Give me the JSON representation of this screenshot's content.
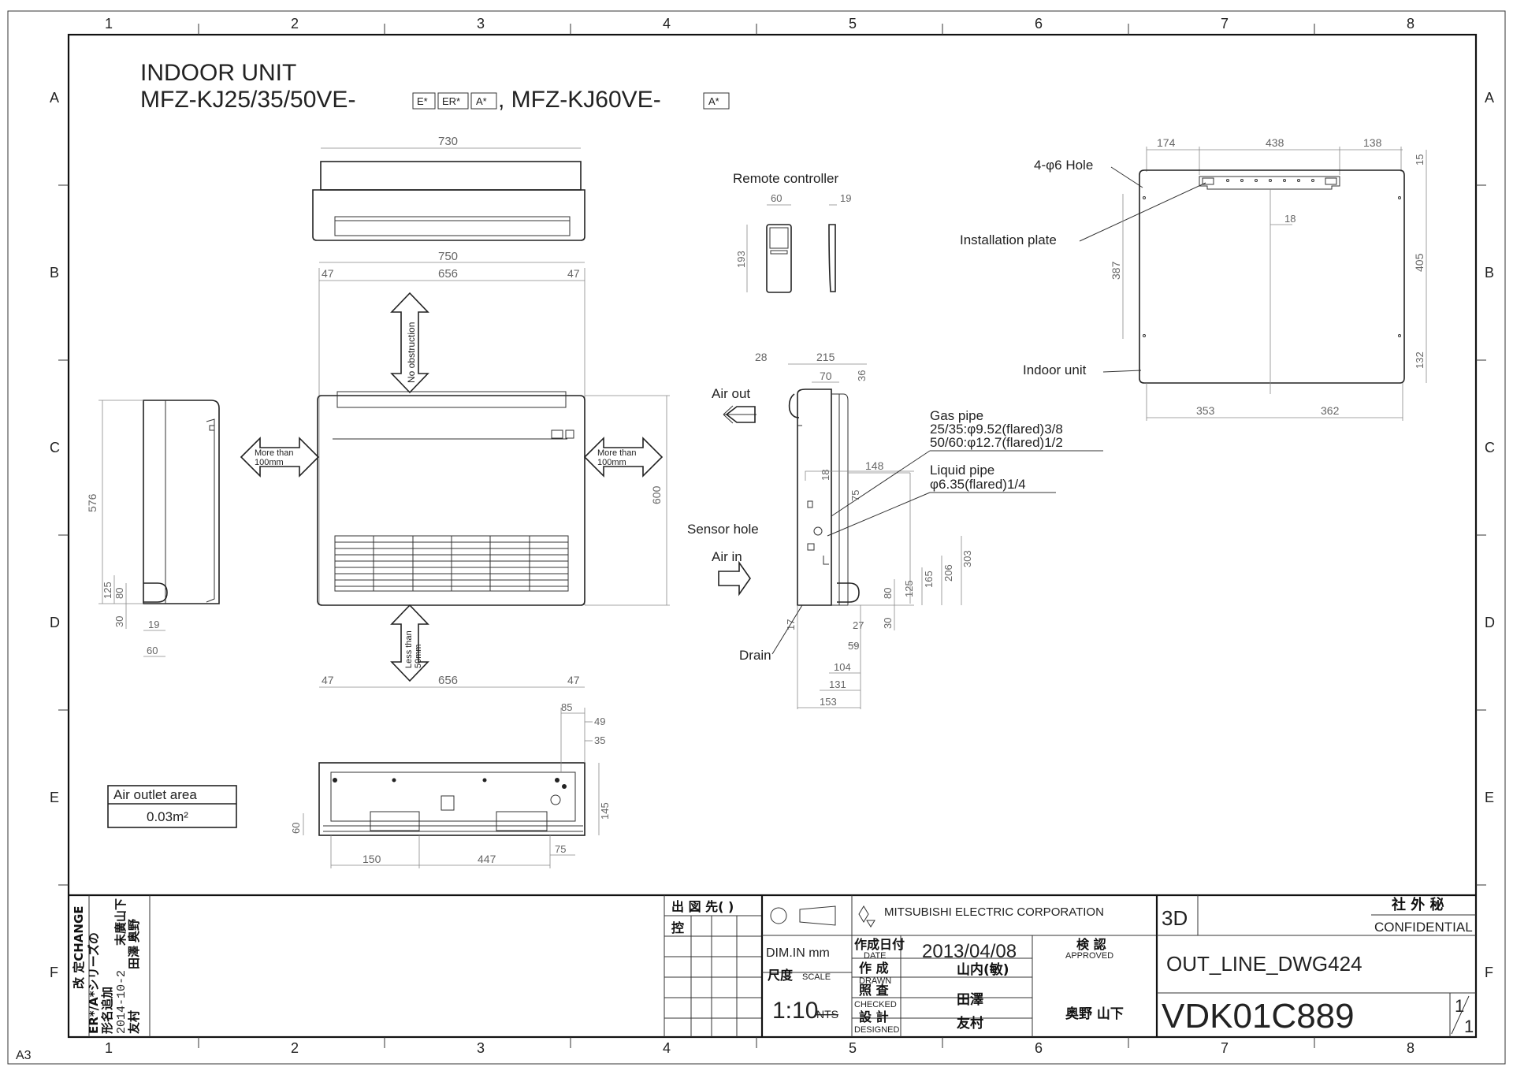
{
  "grid": {
    "cols": [
      "1",
      "2",
      "3",
      "4",
      "5",
      "6",
      "7",
      "8"
    ],
    "rows": [
      "A",
      "B",
      "C",
      "D",
      "E",
      "F"
    ],
    "sheet_size": "A3"
  },
  "title": {
    "line1": "INDOOR UNIT",
    "line2_prefix": "MFZ-KJ25/35/50VE-",
    "box1": "E*",
    "box2": "ER*",
    "box3": "A*",
    "line2_mid": ", MFZ-KJ60VE-",
    "box4": "A*"
  },
  "top_view": {
    "width": "730"
  },
  "front_view": {
    "overall": "750",
    "left_margin": "47",
    "inner": "656",
    "right_margin": "47",
    "height": "600",
    "bottom_left": "47",
    "bottom_inner": "656",
    "bottom_right": "47",
    "no_obstruction": "No obstruction",
    "more_than": "More than",
    "more_than_val": "100mm",
    "less_than": "Less than",
    "less_than_val": "50mm"
  },
  "side_view_left": {
    "height": "576",
    "d1": "125",
    "d2": "80",
    "d3": "30",
    "d4": "19",
    "d5": "60"
  },
  "remote": {
    "label": "Remote controller",
    "w": "60",
    "h": "193",
    "t": "19"
  },
  "side_right": {
    "d28": "28",
    "d215": "215",
    "d70": "70",
    "d36": "36",
    "d148": "148",
    "d18": "18",
    "d75": "75",
    "d303": "303",
    "d206": "206",
    "d165": "165",
    "d125": "125",
    "d80": "80",
    "d30": "30",
    "d17": "17",
    "d27": "27",
    "d59": "59",
    "d104": "104",
    "d131": "131",
    "d153": "153",
    "air_out": "Air out",
    "air_in": "Air in",
    "sensor_hole": "Sensor hole",
    "drain": "Drain",
    "gas_pipe": "Gas pipe",
    "gas_line1": "25/35:φ9.52(flared)3/8",
    "gas_line2": "50/60:φ12.7(flared)1/2",
    "liquid_pipe": "Liquid pipe",
    "liquid_line": "φ6.35(flared)1/4"
  },
  "back_view": {
    "hole_label": "4-φ6 Hole",
    "plate_label": "Installation plate",
    "indoor_label": "Indoor unit",
    "d174": "174",
    "d438": "438",
    "d138": "138",
    "d15": "15",
    "d18": "18",
    "d387": "387",
    "d405": "405",
    "d132": "132",
    "d353": "353",
    "d362": "362"
  },
  "bottom_view": {
    "d85": "85",
    "d49": "49",
    "d35": "35",
    "d145": "145",
    "d60": "60",
    "d75": "75",
    "d150": "150",
    "d447": "447"
  },
  "air_outlet": {
    "label": "Air outlet area",
    "value": "0.03m²"
  },
  "title_block": {
    "change_label": "改 定CHANGE",
    "rev_text1": "ER*/A*シリーズの",
    "rev_text2": "形名追加",
    "rev_date": "2014-10-2",
    "rev_names1": "末廣",
    "rev_names2": "山下",
    "rev_names3": "田澤",
    "rev_names4": "奥野",
    "rev_names5": "友村",
    "dest_label": "出 図 先( )",
    "copy_label": "控",
    "company": "MITSUBISHI  ELECTRIC  CORPORATION",
    "dim_unit": "DIM.IN  mm",
    "scale_jp": "尺度",
    "scale_en": "SCALE",
    "scale_val": "1:10",
    "nts": "NTS",
    "date_jp": "作成日付",
    "date_en": "DATE",
    "date_val": "2013/04/08",
    "drawn_jp": "作 成",
    "drawn_en": "DRAWN",
    "drawn_name": "山内(敏)",
    "checked_jp": "照 査",
    "checked_en": "CHECKED",
    "checked_name": "田澤",
    "designed_jp": "設 計",
    "designed_en": "DESIGNED",
    "designed_name": "友村",
    "approved_jp": "検 認",
    "approved_en": "APPROVED",
    "approved_names": "奥野  山下",
    "three_d": "3D",
    "confidential_jp": "社 外 秘",
    "confidential_en": "CONFIDENTIAL",
    "dwg_name": "OUT_LINE_DWG424",
    "dwg_no": "VDK01C889",
    "sheet_num": "1",
    "sheet_total": "1"
  }
}
